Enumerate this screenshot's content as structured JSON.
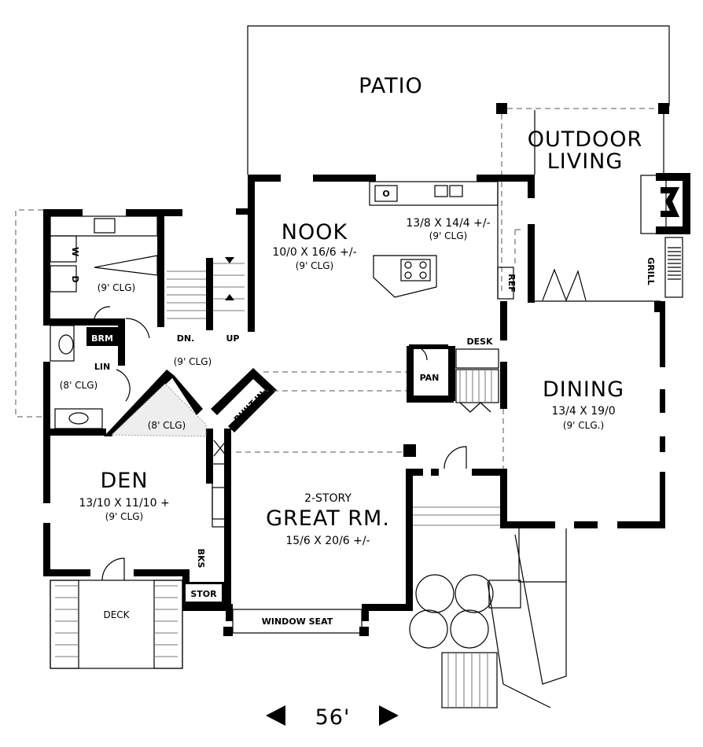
{
  "rooms": {
    "patio": "PATIO",
    "outdoor_line1": "OUTDOOR",
    "outdoor_line2": "LIVING",
    "nook": "NOOK",
    "nook_dims": "10/0 X 16/6 +/-",
    "nook_clg": "(9' CLG)",
    "kitchen_dims": "13/8 X 14/4 +/-",
    "kitchen_clg": "(9' CLG)",
    "dining": "DINING",
    "dining_dims": "13/4 X 19/0",
    "dining_clg": "(9' CLG.)",
    "great_2story": "2-STORY",
    "great": "GREAT RM.",
    "great_dims": "15/6 X 20/6 +/-",
    "den": "DEN",
    "den_dims": "13/10 X 11/10 +",
    "den_clg": "(9' CLG)",
    "laundry_clg": "(9' CLG)",
    "bath_clg": "(8' CLG)",
    "closet_clg": "(8' CLG)",
    "hall_clg": "(9' CLG)",
    "deck": "DECK",
    "window_seat": "WINDOW SEAT"
  },
  "fixtures": {
    "grill": "GRILL",
    "ref": "REF",
    "desk": "DESK",
    "pan": "PAN",
    "built_in": "BUILT-IN",
    "brm": "BRM",
    "lin": "LIN",
    "w": "W",
    "d": "D",
    "dn": "DN.",
    "up": "UP",
    "bks": "BKS",
    "stor": "STOR",
    "oven": "O"
  },
  "dimension": "56'"
}
